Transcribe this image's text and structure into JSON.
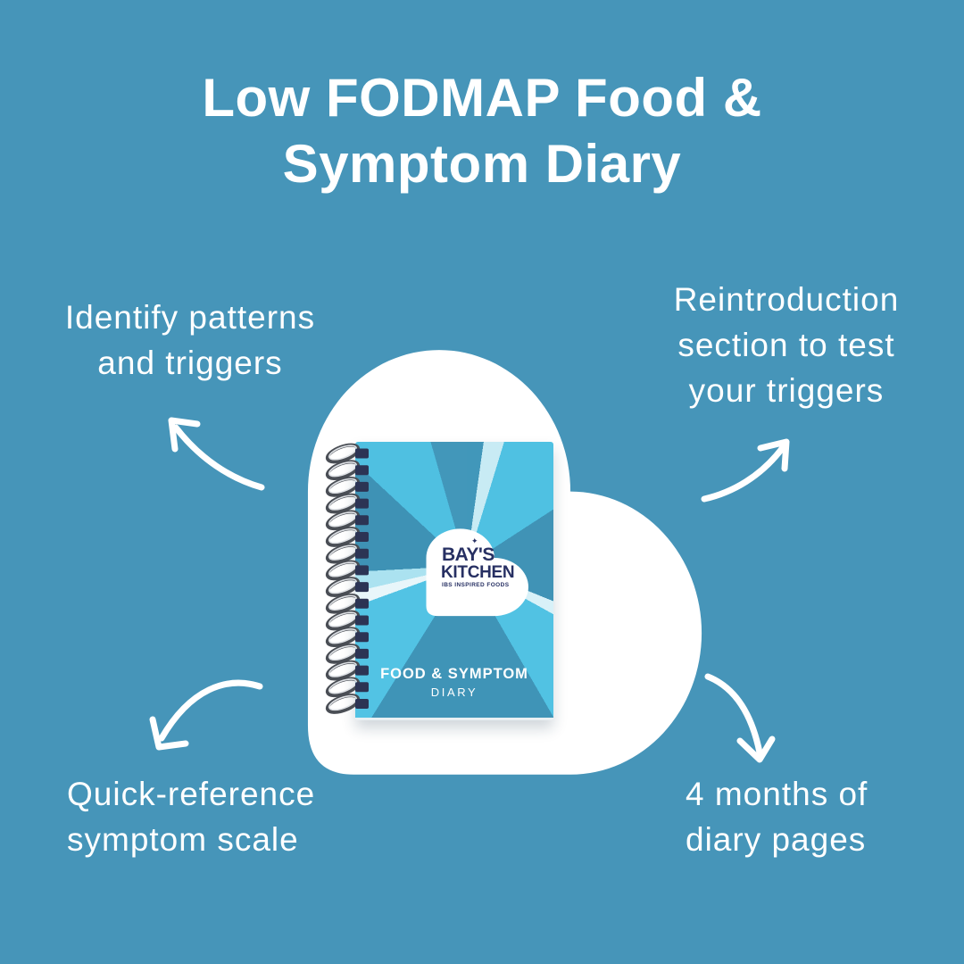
{
  "title": {
    "line1": "Low FODMAP Food &",
    "line2": "Symptom Diary"
  },
  "features": {
    "top_left": {
      "lines": [
        "Identify patterns",
        "and triggers"
      ]
    },
    "top_right": {
      "lines": [
        "Reintroduction",
        "section to test",
        "your triggers"
      ]
    },
    "bottom_left": {
      "lines": [
        "Quick-reference",
        "symptom scale"
      ]
    },
    "bottom_right": {
      "lines": [
        "4 months of",
        "diary pages"
      ]
    }
  },
  "product": {
    "brand": {
      "line1": "BAY'S",
      "line2": "KITCHEN",
      "tagline": "IBS INSPIRED FOODS",
      "star_icon": "✦"
    },
    "cover_title": "FOOD & SYMPTOM",
    "cover_subtitle": "DIARY"
  },
  "colors": {
    "background": "#4695B9",
    "heart": "#FFFFFF",
    "text": "#FFFFFF",
    "brand_navy": "#273063",
    "cover_teal": "#3F94B7",
    "cover_cyan": "#50C1E2",
    "cover_pale_ray": "#C8EBF4",
    "wire_gray": "#4A4E55",
    "clamp_navy": "#2C3454"
  }
}
